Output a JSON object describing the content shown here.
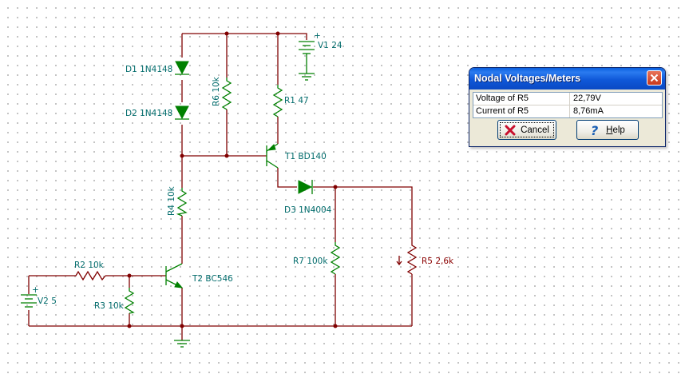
{
  "schematic": {
    "labels": {
      "v1": "V1 24",
      "d1": "D1 1N4148",
      "d2": "D2 1N4148",
      "r6": "R6 10k",
      "r1": "R1 47",
      "t1": "T1 BD140",
      "r4": "R4 10k",
      "d3": "D3 1N4004",
      "r7": "R7 100k",
      "r5": "R5 2,6k",
      "r2": "R2 10k",
      "t2": "T2 BC546",
      "r3": "R3 10k",
      "v2": "V2 5",
      "plus": "+"
    },
    "colors": {
      "wire": "#800000",
      "component": "#008000",
      "label": "#006b6b",
      "measured_component": "#8b0000"
    }
  },
  "dialog": {
    "title": "Nodal Voltages/Meters",
    "rows": [
      {
        "name": "Voltage of R5",
        "value": "22,79V"
      },
      {
        "name": "Current of R5",
        "value": "8,76mA"
      }
    ],
    "cancel_label": "Cancel",
    "help_label_underlined": "H",
    "help_label_rest": "elp",
    "icons": {
      "close": "close-icon",
      "cancel": "red-x-icon",
      "help": "question-mark-icon"
    }
  }
}
